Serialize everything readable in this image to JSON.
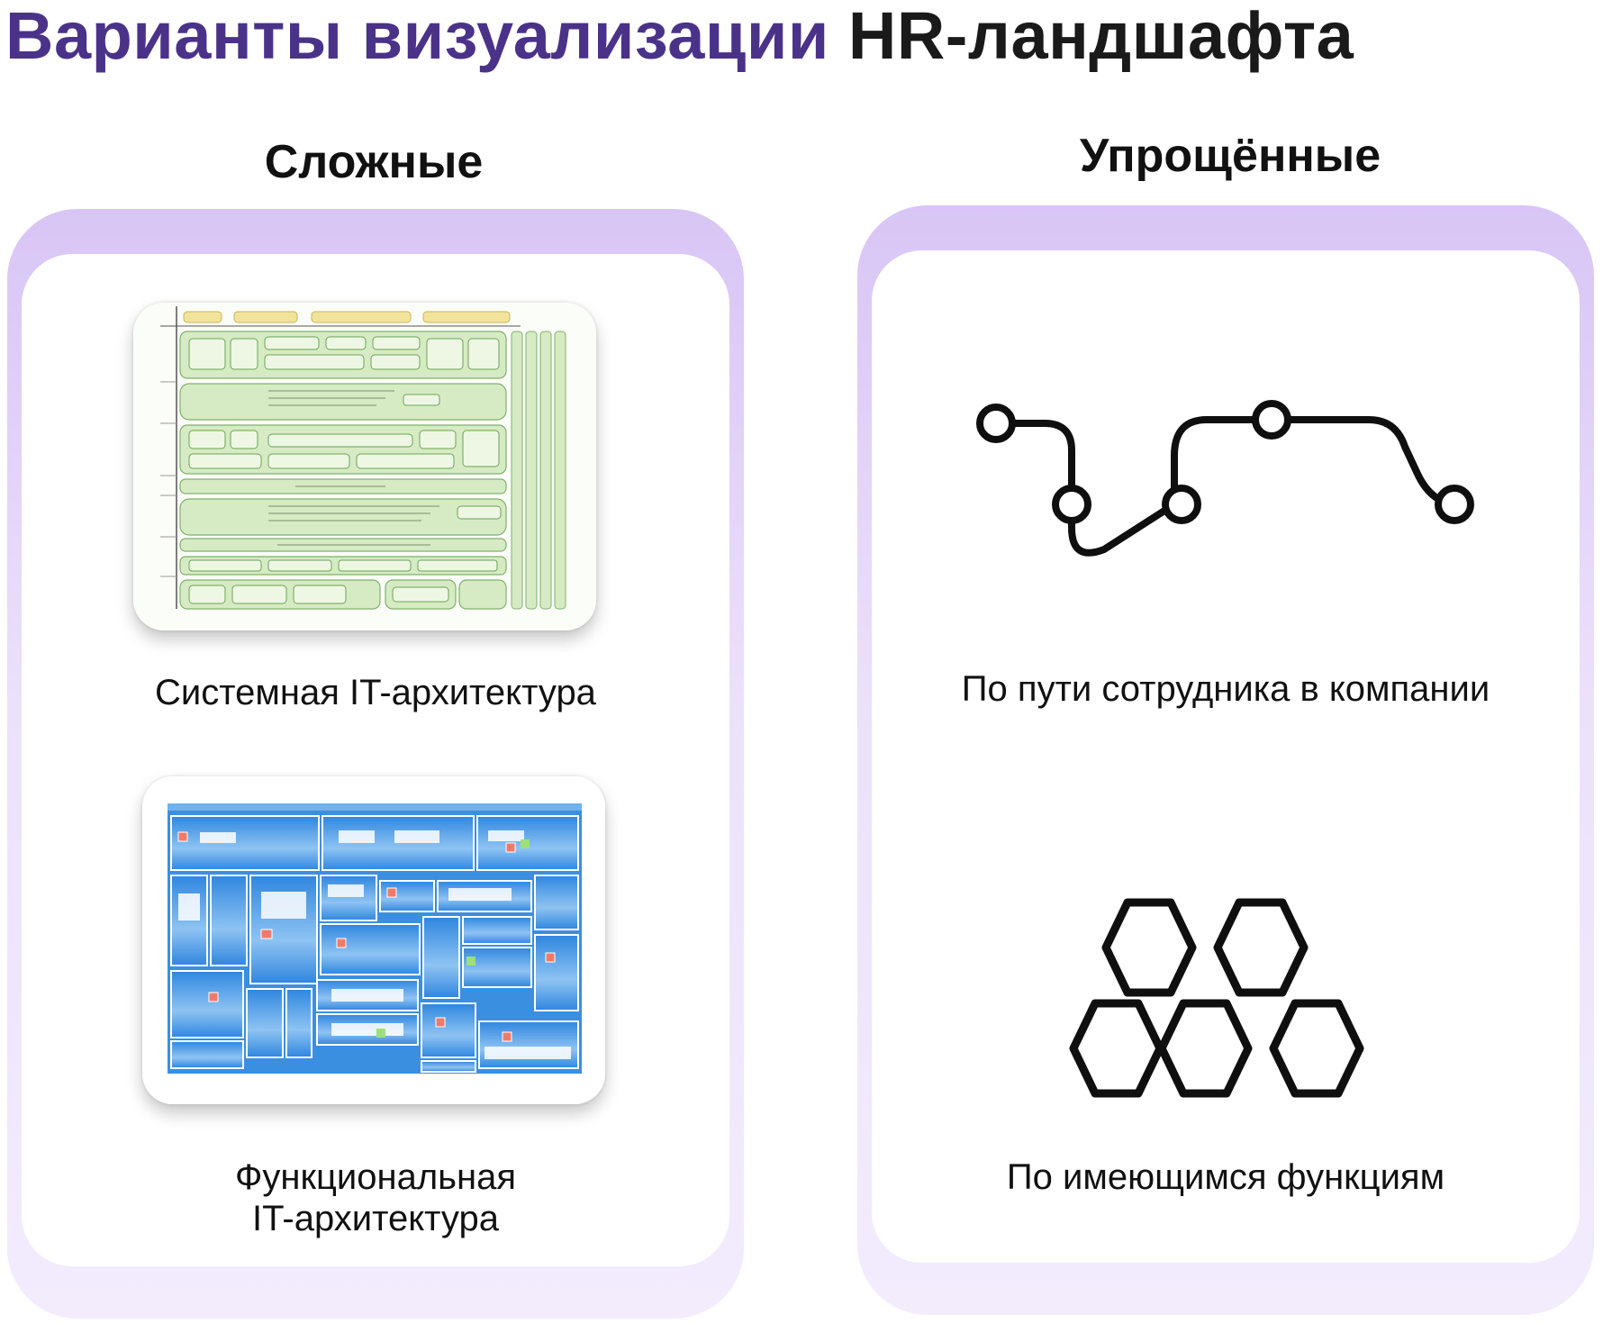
{
  "title": {
    "main": "Варианты визуализации",
    "tail": "HR-ландшафта"
  },
  "sections": [
    {
      "heading": "Сложные",
      "items": [
        {
          "caption": "Системная IT-архитектура",
          "icon": "system-architecture-diagram-thumbnail"
        },
        {
          "caption_line1": "Функциональная",
          "caption_line2": "IT-архитектура",
          "icon": "functional-architecture-diagram-thumbnail"
        }
      ]
    },
    {
      "heading": "Упрощённые",
      "items": [
        {
          "caption": "По пути сотрудника в компании",
          "icon": "employee-path-route-icon"
        },
        {
          "caption": "По имеющимся функциям",
          "icon": "hexagon-cluster-icon"
        }
      ]
    }
  ],
  "colors": {
    "title_accent": "#4a3289",
    "panel_gradient_top": "#d8c5f5",
    "panel_gradient_bottom": "#f3ecfd",
    "thumb_green": "#cfe6b8",
    "thumb_blue": "#3a8fe0"
  }
}
